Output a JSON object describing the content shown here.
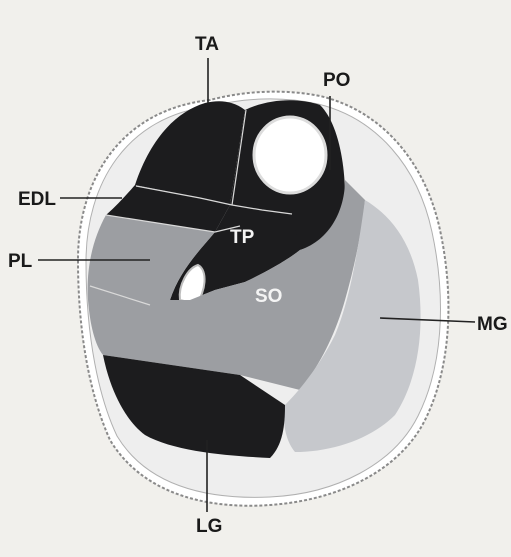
{
  "labels": {
    "ta": "TA",
    "po": "PO",
    "edl": "EDL",
    "tp": "TP",
    "pl": "PL",
    "so": "SO",
    "mg": "MG",
    "lg": "LG"
  },
  "colors": {
    "background": "#f1f0ec",
    "skin_ring": "#ffffff",
    "dark_muscle": "#1c1c1e",
    "mid_gray": "#9c9ea2",
    "light_gray": "#c6c8cc",
    "bone": "#ffffff"
  }
}
